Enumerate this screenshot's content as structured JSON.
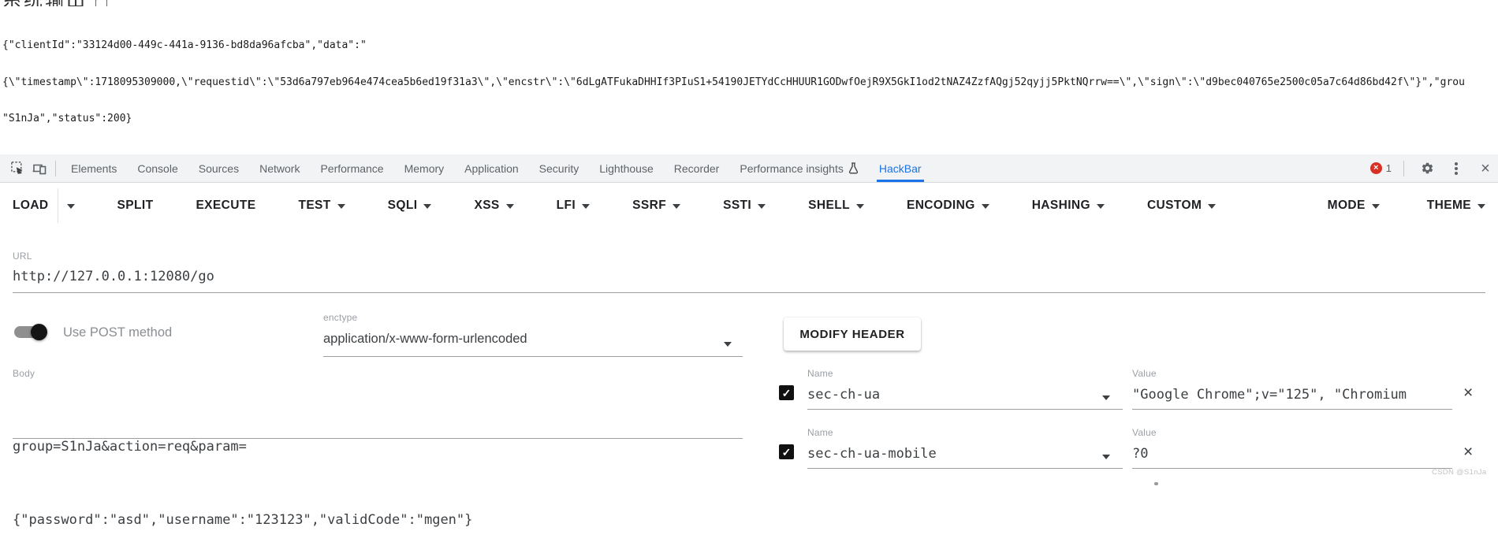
{
  "page": {
    "clipped_header": "系统输出",
    "response": {
      "line1": "{\"clientId\":\"33124d00-449c-441a-9136-bd8da96afcba\",\"data\":\"",
      "line2": "{\\\"timestamp\\\":1718095309000,\\\"requestid\\\":\\\"53d6a797eb964e474cea5b6ed19f31a3\\\",\\\"encstr\\\":\\\"6dLgATFukaDHHIf3PIuS1+54190JETYdCcHHUUR1GODwfOejR9X5GkI1od2tNAZ4ZzfAQgj52qyjj5PktNQrrw==\\\",\\\"sign\\\":\\\"d9bec040765e2500c05a7c64d86bd42f\\\"}\",\"grou",
      "line3": "\"S1nJa\",\"status\":200}"
    }
  },
  "devtools": {
    "tabs": [
      "Elements",
      "Console",
      "Sources",
      "Network",
      "Performance",
      "Memory",
      "Application",
      "Security",
      "Lighthouse",
      "Recorder",
      "Performance insights",
      "HackBar"
    ],
    "error_count": "1"
  },
  "hackbar": {
    "menu": {
      "load": "LOAD",
      "split": "SPLIT",
      "execute": "EXECUTE",
      "test": "TEST",
      "sqli": "SQLI",
      "xss": "XSS",
      "lfi": "LFI",
      "ssrf": "SSRF",
      "ssti": "SSTI",
      "shell": "SHELL",
      "encoding": "ENCODING",
      "hashing": "HASHING",
      "custom": "CUSTOM",
      "mode": "MODE",
      "theme": "THEME"
    }
  },
  "form": {
    "url": {
      "label": "URL",
      "value": "http://127.0.0.1:12080/go"
    },
    "post_toggle_label": "Use POST method",
    "enctype": {
      "label": "enctype",
      "value": "application/x-www-form-urlencoded"
    },
    "modify_header_label": "MODIFY HEADER",
    "body": {
      "label": "Body",
      "line1": "group=S1nJa&action=req&param=",
      "line2": "{\"password\":\"asd\",\"username\":\"123123\",\"validCode\":\"mgen\"}"
    },
    "headers": [
      {
        "name_label": "Name",
        "name": "sec-ch-ua",
        "value_label": "Value",
        "value": "\"Google Chrome\";v=\"125\", \"Chromium",
        "checked": true
      },
      {
        "name_label": "Name",
        "name": "sec-ch-ua-mobile",
        "value_label": "Value",
        "value": "?0",
        "checked": true
      }
    ]
  },
  "watermark": "CSDN @S1nJa",
  "colors": {
    "accent": "#1a73e8",
    "error": "#d93025",
    "toolbar_bg": "#f1f3f4"
  }
}
